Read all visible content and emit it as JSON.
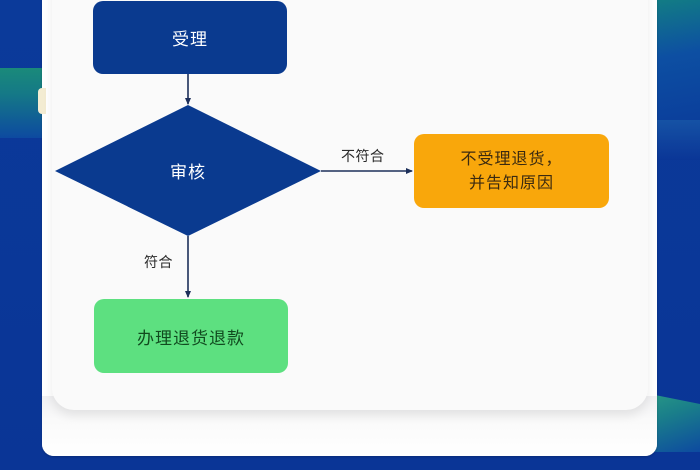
{
  "diagram": {
    "type": "flowchart",
    "nodes": {
      "start": {
        "label": "受理",
        "shape": "rounded-rect",
        "color": "#0a3a8f"
      },
      "decision": {
        "label": "审核",
        "shape": "diamond",
        "color": "#0a3a8f"
      },
      "reject": {
        "line1": "不受理退货，",
        "line2": "并告知原因",
        "shape": "rounded-rect",
        "color": "#f9a70b"
      },
      "approve": {
        "label": "办理退货退款",
        "shape": "rounded-rect",
        "color": "#5de080"
      }
    },
    "edges": [
      {
        "from": "start",
        "to": "decision",
        "label": ""
      },
      {
        "from": "decision",
        "to": "reject",
        "label": "不符合"
      },
      {
        "from": "decision",
        "to": "approve",
        "label": "符合"
      }
    ],
    "labels": {
      "no": "不符合",
      "yes": "符合"
    },
    "colors": {
      "background": "#0a3596",
      "card": "#fafafa",
      "edge": "#1d2f5a"
    }
  }
}
